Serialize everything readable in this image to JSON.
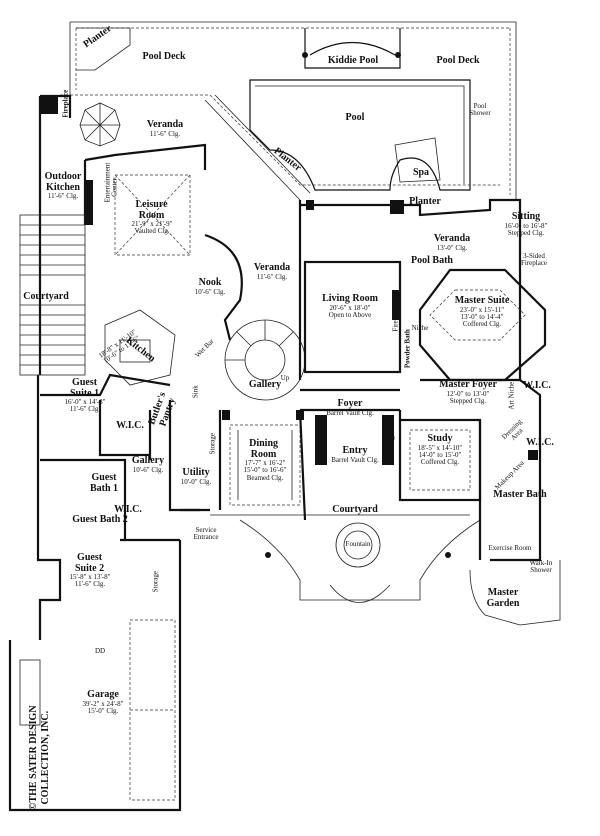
{
  "rooms": {
    "pool_deck_left": {
      "name": "Pool Deck"
    },
    "pool_deck_right": {
      "name": "Pool Deck"
    },
    "kiddie_pool": {
      "name": "Kiddie Pool"
    },
    "planter_top": {
      "name": "Planter"
    },
    "pool": {
      "name": "Pool"
    },
    "veranda_top": {
      "name": "Veranda",
      "dims": [
        "11'-6\" Clg."
      ]
    },
    "fireplace": {
      "name": "Fireplace"
    },
    "pool_shower": {
      "name": "Pool Shower"
    },
    "planter_diag": {
      "name": "Planter"
    },
    "spa": {
      "name": "Spa"
    },
    "outdoor_kitchen": {
      "name": "Outdoor Kitchen",
      "dims": [
        "11'-6\" Clg."
      ]
    },
    "entertainment_center": {
      "name": "Entertainment Center"
    },
    "leisure_room": {
      "name": "Leisure Room",
      "dims": [
        "21'-9\" x 21'-9\"",
        "Vaulted Clg."
      ]
    },
    "planter_mid": {
      "name": "Planter"
    },
    "sitting": {
      "name": "Sitting",
      "dims": [
        "16'-0\" to 16'-8\"",
        "Stepped Clg."
      ]
    },
    "veranda_right": {
      "name": "Veranda",
      "dims": [
        "13'-0\" Clg."
      ]
    },
    "pool_bath": {
      "name": "Pool Bath"
    },
    "three_sided_fireplace": {
      "name": "3-Sided Fireplace"
    },
    "courtyard_left": {
      "name": "Courtyard"
    },
    "nook": {
      "name": "Nook",
      "dims": [
        "10'-6\" Clg."
      ]
    },
    "veranda_center": {
      "name": "Veranda",
      "dims": [
        "11'-6\" Clg."
      ]
    },
    "living_room": {
      "name": "Living Room",
      "dims": [
        "20'-6\" x 18'-0\"",
        "Open to Above"
      ]
    },
    "fireplace_living": {
      "name": "Fireplace"
    },
    "master_suite": {
      "name": "Master Suite",
      "dims": [
        "23'-0\" x 15'-11\"",
        "13'-0\" to 14'-4\"",
        "Coffered Clg."
      ]
    },
    "kitchen": {
      "name": "Kitchen"
    },
    "kitchen_dims": {
      "dims": [
        "18'-8\" x 11'-10\"",
        "10'-6\" to 11'-6\""
      ]
    },
    "wet_bar": {
      "name": "Wet Bar"
    },
    "niche": {
      "name": "Niche"
    },
    "powder_bath": {
      "name": "Powder Bath"
    },
    "guest_suite_1": {
      "name": "Guest Suite 1",
      "dims": [
        "16'-0\" x 14'-8\"",
        "11'-6\" Clg."
      ]
    },
    "gallery_stair": {
      "name": "Gallery"
    },
    "master_foyer": {
      "name": "Master Foyer",
      "dims": [
        "12'-0\" to 13'-0\"",
        "Stepped Clg."
      ]
    },
    "art_niche": {
      "name": "Art Niche"
    },
    "wic_master": {
      "name": "W.I.C."
    },
    "butlers_pantry": {
      "name": "Butler's Pantry"
    },
    "sink": {
      "name": "Sink"
    },
    "up": {
      "name": "Up"
    },
    "foyer": {
      "name": "Foyer",
      "dims": [
        "Barrel Vault Clg."
      ]
    },
    "wic_guest1": {
      "name": "W.I.C."
    },
    "storage_small": {
      "name": "Storage"
    },
    "dining_room": {
      "name": "Dining Room",
      "dims": [
        "17'-7\" x 16'-2\"",
        "15'-0\" to 16'-6\"",
        "Beamed Clg."
      ]
    },
    "entry": {
      "name": "Entry",
      "dims": [
        "Barrel Vault Clg."
      ]
    },
    "storage_study": {
      "name": "Storage"
    },
    "study": {
      "name": "Study",
      "dims": [
        "18'-5\" x 14'-10\"",
        "14'-0\" to 15'-0\"",
        "Coffered Clg."
      ]
    },
    "dressing_area": {
      "name": "Dressing Area"
    },
    "wic_master2": {
      "name": "W.I.C."
    },
    "gallery_lower": {
      "name": "Gallery",
      "dims": [
        "10'-6\" Clg."
      ]
    },
    "utility": {
      "name": "Utility",
      "dims": [
        "10'-0\" Clg."
      ]
    },
    "guest_bath_1": {
      "name": "Guest Bath 1"
    },
    "makeup_area": {
      "name": "Makeup Area"
    },
    "master_bath": {
      "name": "Master Bath"
    },
    "courtyard_front": {
      "name": "Courtyard"
    },
    "fountain": {
      "name": "Fountain"
    },
    "guest_bath_2": {
      "name": "Guest Bath 2"
    },
    "wic_guest2": {
      "name": "W.I.C."
    },
    "service_entrance": {
      "name": "Service Entrance"
    },
    "exercise_room": {
      "name": "Exercise Room"
    },
    "walkin_shower": {
      "name": "Walk-In Shower"
    },
    "guest_suite_2": {
      "name": "Guest Suite 2",
      "dims": [
        "15'-8\" x 13'-8\"",
        "11'-6\" Clg."
      ]
    },
    "storage_garage": {
      "name": "Storage"
    },
    "master_garden": {
      "name": "Master Garden"
    },
    "garage": {
      "name": "Garage",
      "dims": [
        "39'-2\" x 24'-8\"",
        "15'-0\" Clg."
      ]
    },
    "garage_detail": {
      "name": "DD"
    }
  },
  "copyright": {
    "line1": "©THE SATER DESIGN",
    "line2": "COLLECTION, INC."
  }
}
